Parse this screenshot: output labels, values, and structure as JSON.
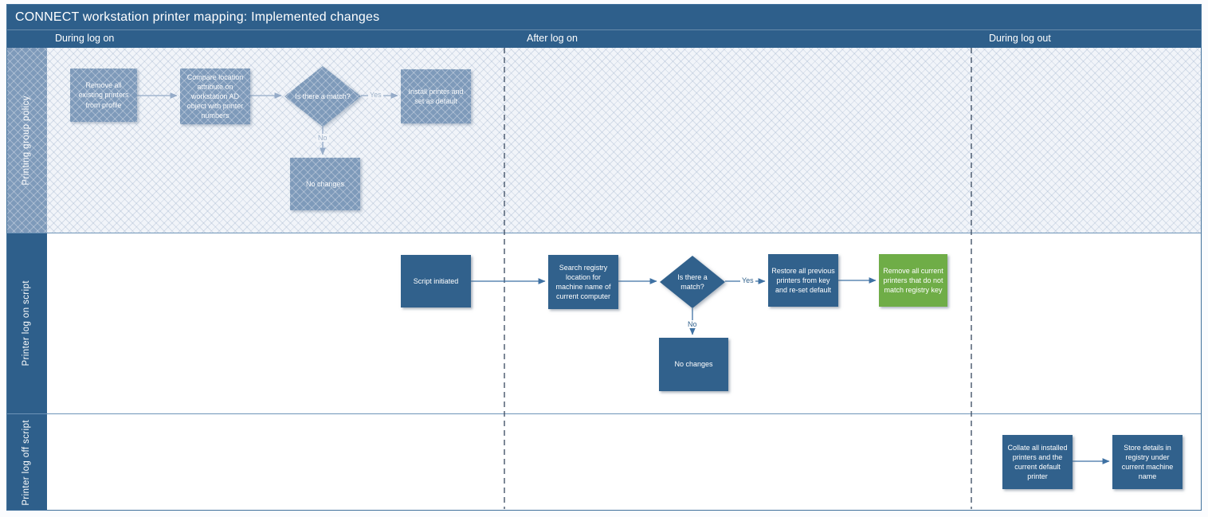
{
  "title": "CONNECT workstation printer mapping: Implemented changes",
  "columns": [
    {
      "label": "During log on"
    },
    {
      "label": "After log on"
    },
    {
      "label": "During log out"
    }
  ],
  "lanes": [
    {
      "label": "Printing group policy"
    },
    {
      "label": "Printer log on script"
    },
    {
      "label": "Printer log off script"
    }
  ],
  "shapes": {
    "remove_existing": {
      "type": "process",
      "label": "Remove all existing printers from profile"
    },
    "compare_location": {
      "type": "process",
      "label": "Compare location attribute on workstation AD object with printer numbers"
    },
    "gp_match": {
      "type": "decision",
      "label": "Is there a match?"
    },
    "install_printer": {
      "type": "process",
      "label": "Install printer and set as default"
    },
    "gp_no_changes": {
      "type": "process",
      "label": "No changes"
    },
    "script_initiated": {
      "type": "process",
      "label": "Script initiated"
    },
    "search_registry": {
      "type": "process",
      "label": "Search registry location for machine name of current computer"
    },
    "logon_match": {
      "type": "decision",
      "label": "Is there a match?"
    },
    "restore_printers": {
      "type": "process",
      "label": "Restore all previous printers from key and re-set default"
    },
    "remove_unmatched": {
      "type": "process",
      "highlight": "green",
      "label": "Remove all current printers that do not match registry key"
    },
    "logon_no_changes": {
      "type": "process",
      "label": "No changes"
    },
    "collate_printers": {
      "type": "process",
      "label": "Collate all installed printers and the current default printer"
    },
    "store_details": {
      "type": "process",
      "label": "Store details in registry under current machine name"
    }
  },
  "connector_labels": {
    "yes": "Yes",
    "no": "No"
  },
  "colors": {
    "header_bar": "#2E5F8B",
    "lane1_shape_fill": "#7E9ABA",
    "lane1_background": "#F1F4F9",
    "dark_shape_fill": "#31618C",
    "green_shape_fill": "#6FAD47",
    "connector_light": "#95ABC8",
    "connector_dark": "#3E71A3",
    "phase_divider": "#44546A"
  }
}
